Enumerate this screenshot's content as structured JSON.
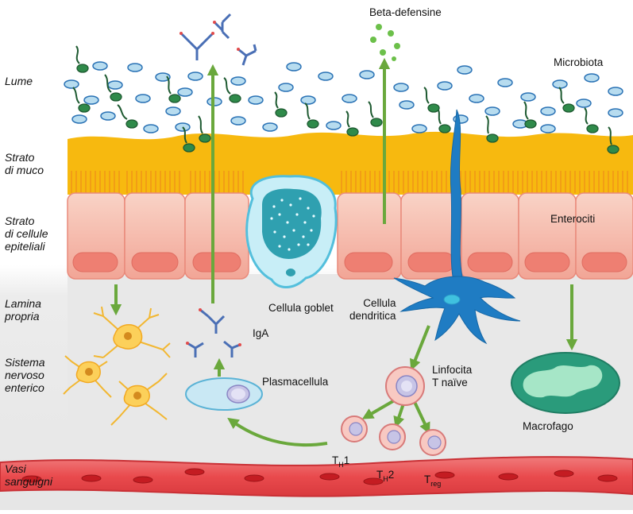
{
  "layers": {
    "lume": "Lume",
    "muco": "Strato\ndi muco",
    "epiteliali": "Strato\ndi cellule\nepiteliali",
    "lamina": "Lamina\npropria",
    "nervoso": "Sistema\nnervoso\nenterico",
    "vasi": "Vasi\nsanguigni"
  },
  "labels": {
    "beta": "Beta-defensine",
    "microbiota": "Microbiota",
    "enterociti": "Enterociti",
    "goblet": "Cellula goblet",
    "dendritica": "Cellula\ndendritica",
    "iga": "IgA",
    "plasmacellula": "Plasmacellula",
    "linfocita": "Linfocita\nT naïve",
    "macrofago": "Macrofago",
    "th1_main": "T",
    "th1_sub": "H",
    "th1_suffix": "1",
    "th2_main": "T",
    "th2_sub": "H",
    "th2_suffix": "2",
    "treg_main": "T",
    "treg_sub": "reg"
  },
  "colors": {
    "mucus": "#f7b90f",
    "epithelium": "#f4b3a4",
    "lamina": "#ebebeb",
    "blood": "#e84a4d",
    "arrow": "#6aa83c",
    "dendritic": "#1f7cc3",
    "bacteria_blue": "#b7dcef",
    "bacteria_green": "#2f8a4a"
  }
}
